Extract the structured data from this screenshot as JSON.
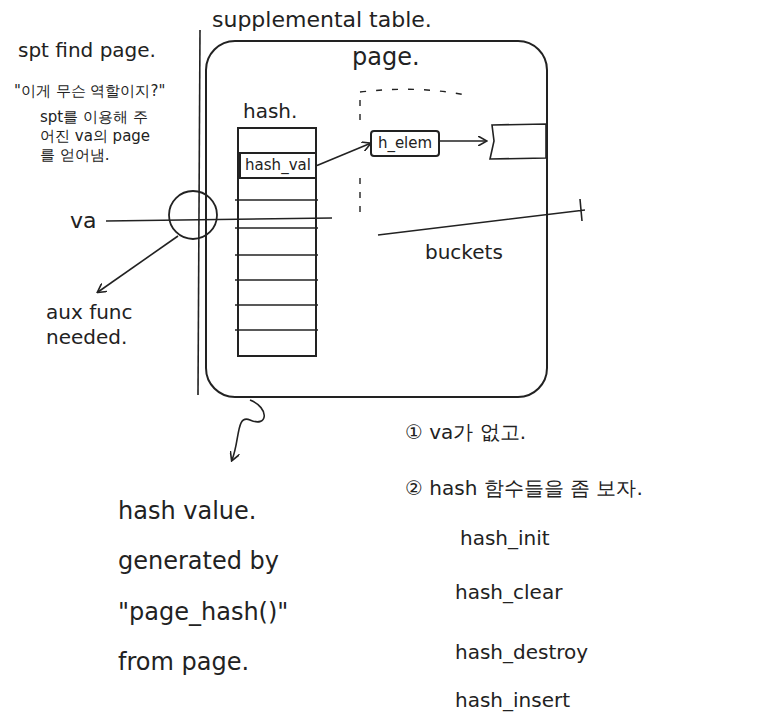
{
  "diagram": {
    "nodes": [
      {
        "text": [
          "supplemental table."
        ]
      },
      {
        "text": [
          "hash."
        ],
        "in": 0
      },
      {
        "text": [
          "hash_val"
        ],
        "in": 1
      },
      {
        "text": [
          "h_elem"
        ],
        "in": 0
      }
    ],
    "edges": [
      {
        "from": 2,
        "to": 3,
        "arrow": "to"
      }
    ],
    "labels": [
      "spt find page.",
      "\"이게 무슨 역할이지?\"",
      "spt를 이용해 주어진 va의 page를 얻어냄.",
      "va",
      "aux func needed.",
      "page.",
      "buckets",
      "hash value. generated by \"page_hash()\" from page.",
      "① va가 없고.",
      "② hash 함수들을 좀 보자.",
      "hash_init",
      "hash_clear",
      "hash_destroy",
      "hash_insert"
    ]
  }
}
